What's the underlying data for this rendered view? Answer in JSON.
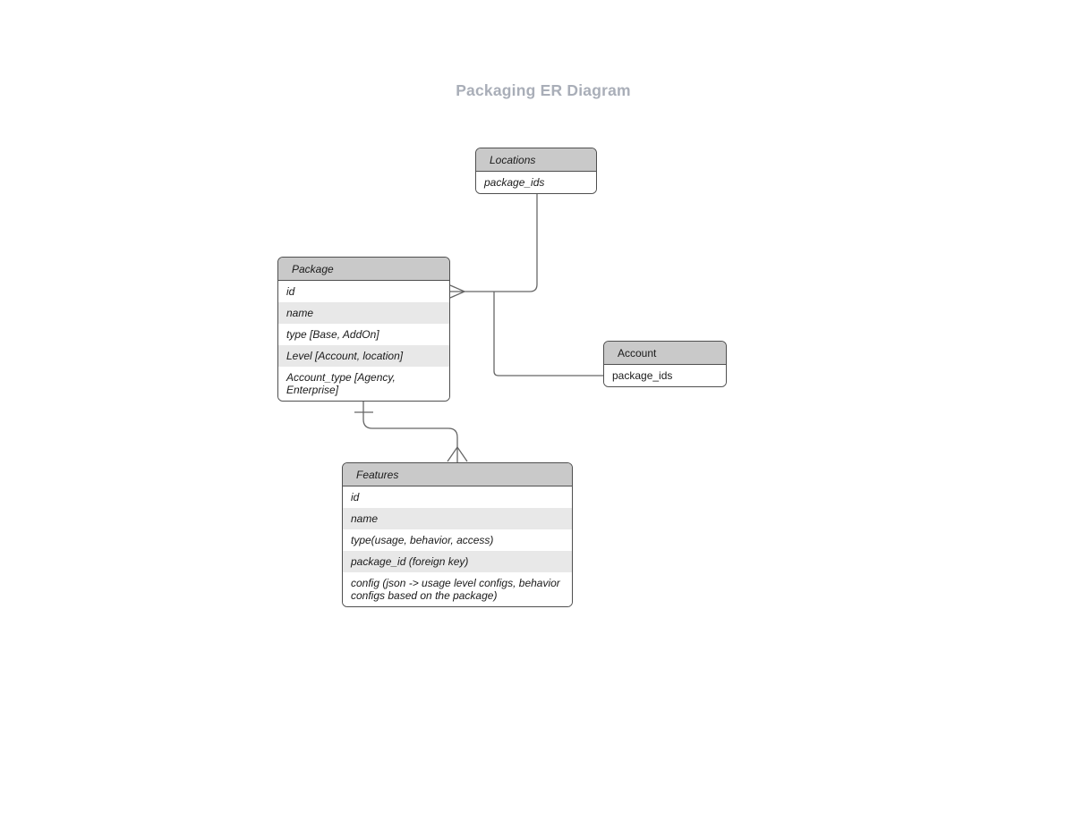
{
  "title": "Packaging ER Diagram",
  "colors": {
    "canvas_background": "#ffffff",
    "title_text": "#a9aeb8",
    "entity_header_fill": "#c9c9c9",
    "entity_alt_row_fill": "#e8e8e8",
    "entity_border": "#4f4f4f",
    "entity_text": "#1a1a1a",
    "connector_line": "#666666"
  },
  "entities": {
    "locations": {
      "title": "Locations",
      "rows": [
        "package_ids"
      ]
    },
    "package": {
      "title": "Package",
      "rows": [
        "id",
        "name",
        "type [Base, AddOn]",
        "Level [Account, location]",
        "Account_type [Agency, Enterprise]"
      ]
    },
    "account": {
      "title": "Account",
      "rows": [
        "package_ids"
      ]
    },
    "features": {
      "title": "Features",
      "rows": [
        "id",
        "name",
        "type(usage, behavior, access)",
        "package_id (foreign key)",
        "config (json -> usage level configs, behavior configs based on the package)"
      ]
    }
  },
  "relationships": [
    {
      "from": "Locations",
      "to": "Package",
      "marker_at_package": "many (crow's foot)"
    },
    {
      "from": "Package",
      "to": "Account",
      "marker": "none"
    },
    {
      "from": "Package",
      "to": "Features",
      "marker_at_package": "one (tick)",
      "marker_at_features": "many (crow's foot)"
    }
  ]
}
